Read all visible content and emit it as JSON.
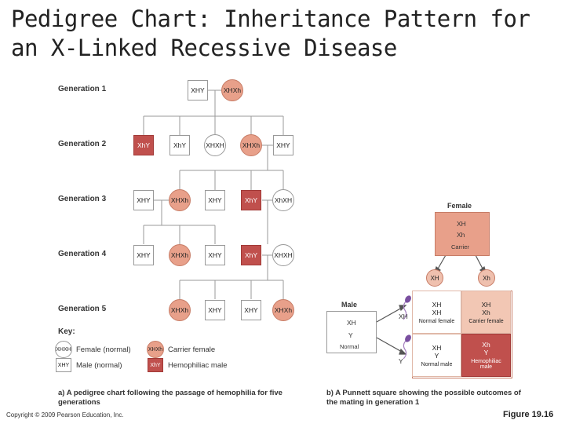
{
  "title": "Pedigree Chart: Inheritance Pattern for an X-Linked Recessive Disease",
  "generations": [
    "Generation 1",
    "Generation 2",
    "Generation 3",
    "Generation 4",
    "Generation 5"
  ],
  "gen1": {
    "male": "XHY",
    "female": "XHXh"
  },
  "gen2": [
    "XhY",
    "XhY",
    "XHXH",
    "XHXh",
    "XHY"
  ],
  "gen3": [
    "XHY",
    "XHXh",
    "XHY",
    "XhY",
    "XhXH"
  ],
  "gen4": [
    "XHY",
    "XHXh",
    "XHY",
    "XhY",
    "XHXH"
  ],
  "gen5": [
    "XHXh",
    "XHY",
    "XHY",
    "XHXh"
  ],
  "key": {
    "title": "Key:",
    "female_normal": "Female (normal)",
    "male_normal": "Male (normal)",
    "carrier_female": "Carrier female",
    "hemophiliac_male": "Hemophiliac male",
    "sym_female_normal": "XHXH",
    "sym_male_normal": "XHY",
    "sym_carrier": "XHXh",
    "sym_hemo": "XhY"
  },
  "caption_a": "a) A pedigree chart following the passage of hemophilia for five generations",
  "caption_b": "b) A Punnett square showing the possible outcomes of the mating in generation 1",
  "punnett": {
    "female_label": "Female",
    "female_genotype_1": "XH",
    "female_genotype_2": "Xh",
    "carrier": "Carrier",
    "egg_1": "XH",
    "egg_2": "Xh",
    "male_label": "Male",
    "male_genotype_1": "XH",
    "male_genotype_2": "Y",
    "normal": "Normal",
    "sperm_1": "XH",
    "sperm_2": "Y",
    "cells": [
      {
        "a": "XH",
        "b": "XH",
        "label": "Normal female"
      },
      {
        "a": "XH",
        "b": "Xh",
        "label": "Carrier female"
      },
      {
        "a": "XH",
        "b": "Y",
        "label": "Normal male"
      },
      {
        "a": "Xh",
        "b": "Y",
        "label": "Hemophiliac male"
      }
    ]
  },
  "copyright": "Copyright © 2009 Pearson Education, Inc.",
  "figure": "Figure 19.16",
  "colors": {
    "carrier": "#e8a08a",
    "hemophiliac": "#c0504d",
    "punnett_top": "#f2c7b4",
    "punnett_dark": "#c0504d"
  }
}
